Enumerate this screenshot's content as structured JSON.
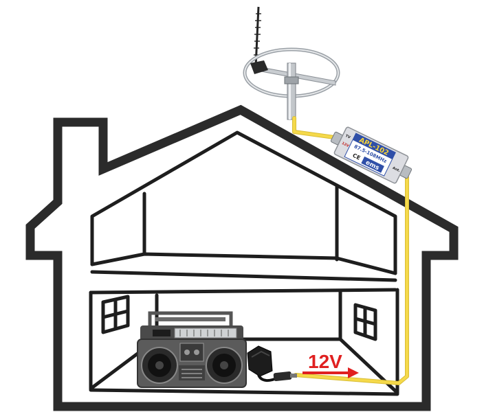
{
  "amplifier": {
    "model": "APL-102",
    "band": "87.5-108MHz",
    "ce_mark": "CE",
    "brand": "ems",
    "port_in": "TV",
    "port_out": "Ant.",
    "power": "12V"
  },
  "power_label": "12V",
  "colors": {
    "house_outline": "#2b2b2b",
    "cable": "#f5d94a",
    "arrow": "#e02020",
    "amplifier_body": "#dcdde2",
    "amplifier_label": "#2f4fa8"
  }
}
